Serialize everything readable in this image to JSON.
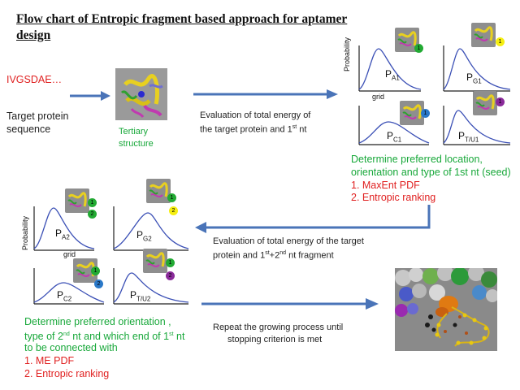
{
  "title": "Flow chart of Entropic fragment based approach for aptamer design",
  "input": {
    "sequence_code": "IVGSDAE…",
    "label_line1": "Target protein",
    "label_line2": "sequence"
  },
  "structure": {
    "label_line1": "Tertiary",
    "label_line2": "structure"
  },
  "step1": {
    "line1": "Evaluation of total energy of",
    "line2_pre": "the target protein and 1",
    "line2_sup": "st",
    "line2_post": " nt"
  },
  "panel1": {
    "ylabel": "Probability",
    "xlabel": "grid",
    "plots": [
      {
        "name_main": "P",
        "name_sub": "A1",
        "dot_label": "1",
        "dot_color": "#22aa33"
      },
      {
        "name_main": "P",
        "name_sub": "G1",
        "dot_label": "1",
        "dot_color": "#f5ee10"
      },
      {
        "name_main": "P",
        "name_sub": "C1",
        "dot_label": "1",
        "dot_color": "#2a78c8"
      },
      {
        "name_main": "P",
        "name_sub": "T/U1",
        "dot_label": "1",
        "dot_color": "#8a2a9a"
      }
    ]
  },
  "determine1": {
    "line1": "Determine preferred location,",
    "line2": "orientation and type of 1st nt (seed)",
    "items": [
      "1.    MaxEnt PDF",
      "2.    Entropic ranking"
    ]
  },
  "step2": {
    "line1": "Evaluation of total energy of  the target",
    "line2_pre": "protein and 1",
    "line2_sup1": "st",
    "line2_mid": "+2",
    "line2_sup2": "nd",
    "line2_post": " nt fragment"
  },
  "panel2": {
    "ylabel": "Probability",
    "xlabel": "grid",
    "plots": [
      {
        "name_main": "P",
        "name_sub": "A2",
        "dot_label": "2",
        "dot_color": "#22aa33"
      },
      {
        "name_main": "P",
        "name_sub": "G2",
        "dot_label": "2",
        "dot_color": "#f5ee10"
      },
      {
        "name_main": "P",
        "name_sub": "C2",
        "dot_label": "2",
        "dot_color": "#2a78c8"
      },
      {
        "name_main": "P",
        "name_sub": "T/U2",
        "dot_label": "2",
        "dot_color": "#8a2a9a"
      }
    ]
  },
  "determine2": {
    "line1": "Determine preferred orientation ,",
    "line2_pre": "type of 2",
    "line2_sup": "nd",
    "line2_mid": " nt and which end of 1",
    "line2_sup2": "st",
    "line2_post": " nt",
    "line3": "to be connected with",
    "items": [
      "1.    ME PDF",
      "2.    Entropic ranking"
    ]
  },
  "step3": {
    "line1": "Repeat the growing process until",
    "line2": "stopping criterion is met"
  },
  "colors": {
    "arrow": "#4a74b8",
    "curve": "#3a4fb5",
    "green_text": "#18a83a",
    "red_text": "#e02020"
  }
}
